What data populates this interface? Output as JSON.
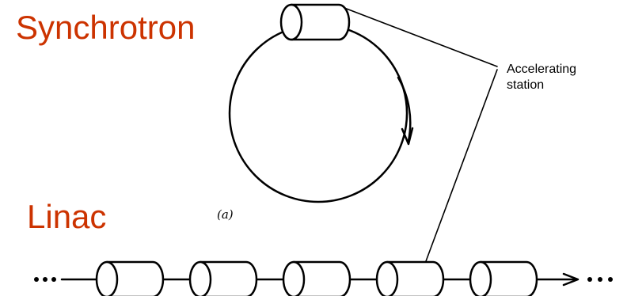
{
  "labels": {
    "synchrotron": "Synchrotron",
    "linac": "Linac",
    "accelerating_station_line1": "Accelerating",
    "accelerating_station_line2": "station",
    "subfigure": "(a)"
  },
  "colors": {
    "title": "#cc3300",
    "lines": "#000000"
  },
  "linac": {
    "cavity_count": 5,
    "ellipsis_left": "•••",
    "ellipsis_right": "•••"
  }
}
